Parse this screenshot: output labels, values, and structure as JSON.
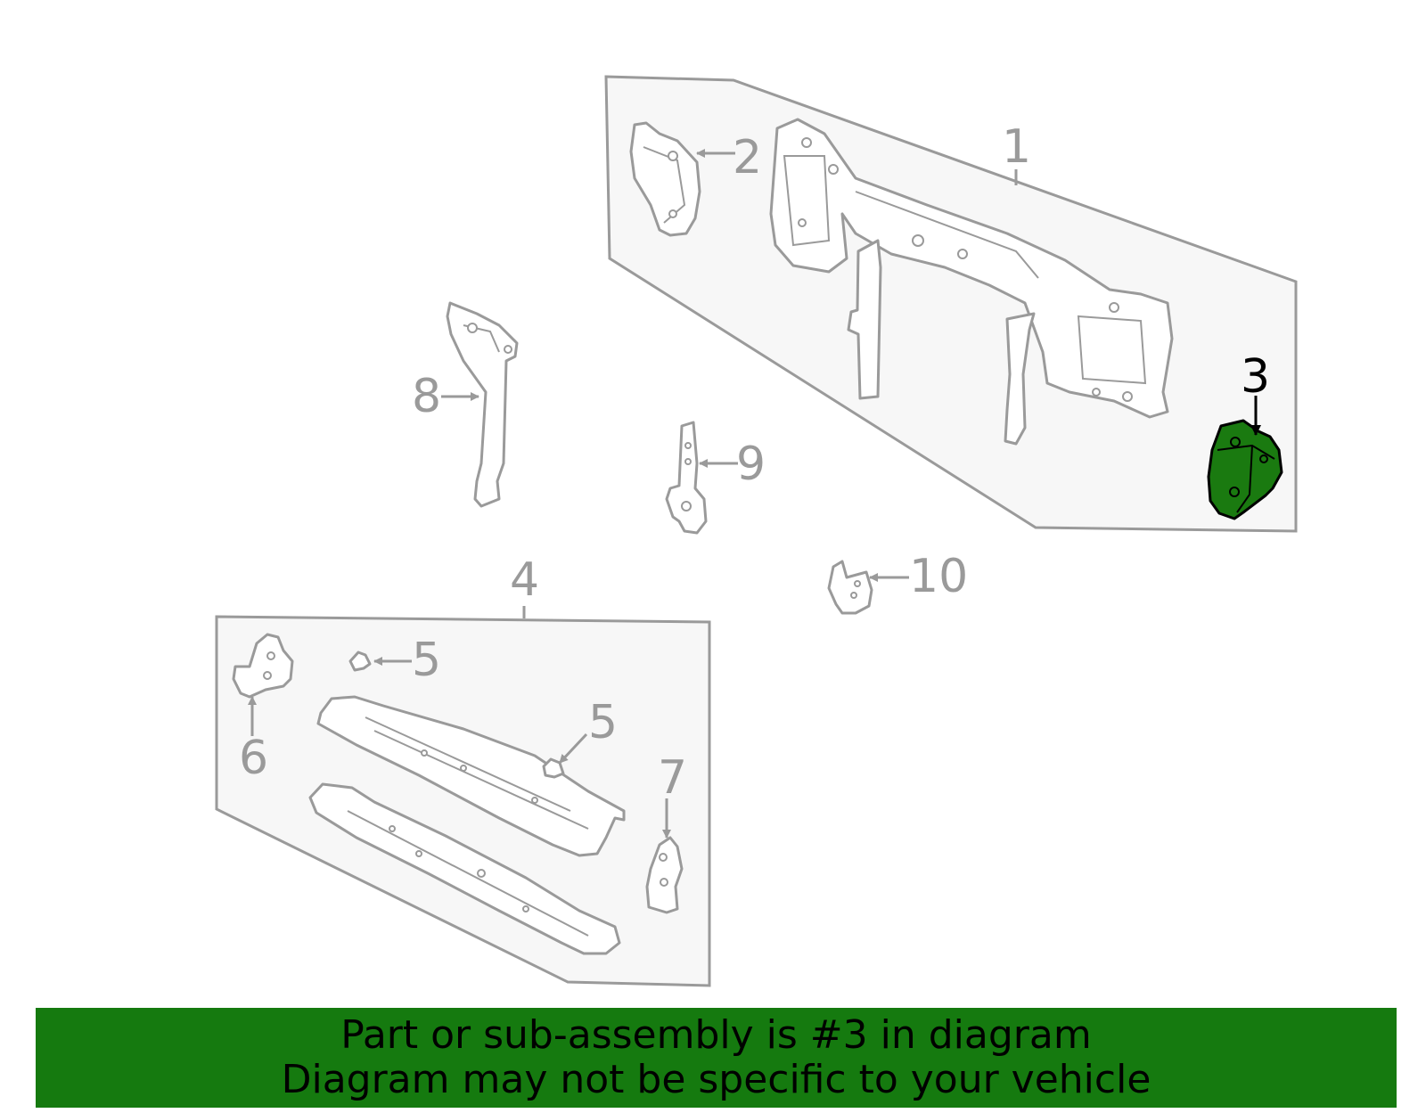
{
  "callouts": {
    "c1": "1",
    "c2": "2",
    "c3": "3",
    "c4": "4",
    "c5a": "5",
    "c5b": "5",
    "c6": "6",
    "c7": "7",
    "c8": "8",
    "c9": "9",
    "c10": "10"
  },
  "highlighted_part": "3",
  "banner": {
    "line1": "Part or sub-assembly is #3 in diagram",
    "line2": "Diagram may not be specific to your vehicle",
    "color": "#157a0f"
  },
  "colors": {
    "line_gray": "#9a9a9a",
    "panel_fill": "#f7f7f7",
    "highlight_fill": "#1a7a10"
  }
}
